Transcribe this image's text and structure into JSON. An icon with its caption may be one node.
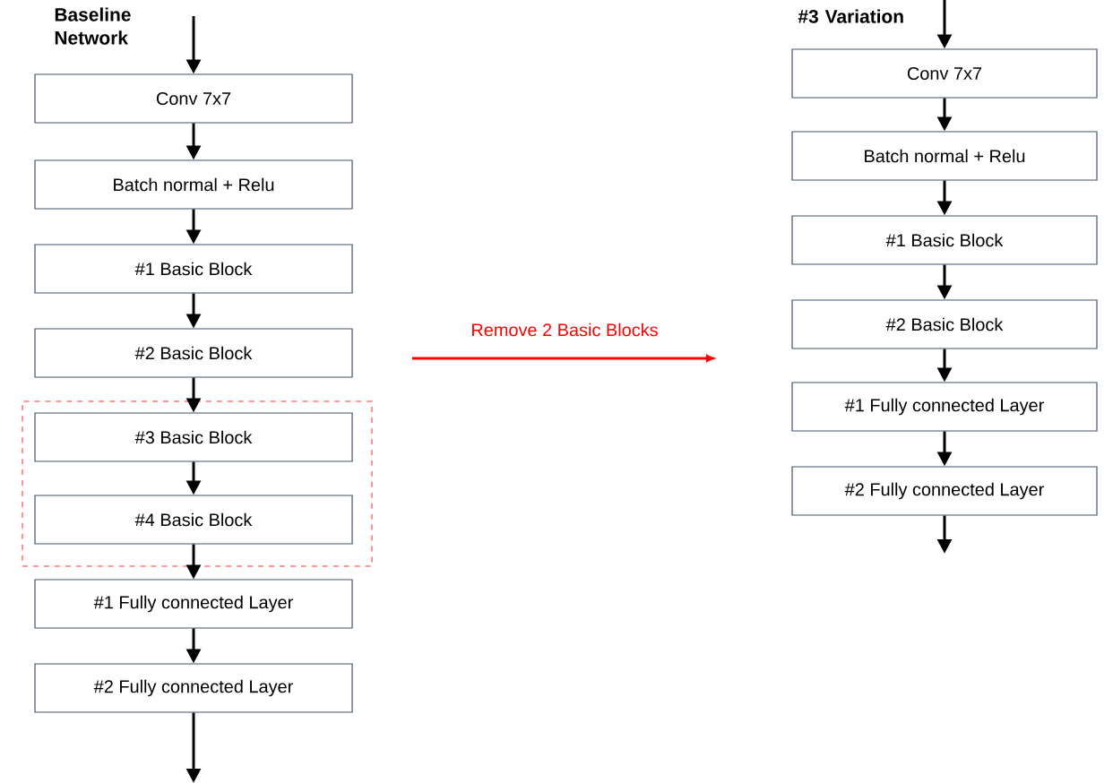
{
  "diagram": {
    "nodes": [
      {
        "text": [
          "Conv 7x7"
        ]
      },
      {
        "text": [
          "Batch normal + Relu"
        ]
      },
      {
        "text": [
          "#1 Basic Block"
        ]
      },
      {
        "text": [
          "#2 Basic Block"
        ]
      },
      {
        "text": [],
        "shape": "box"
      },
      {
        "text": [
          "#3 Basic Block"
        ],
        "in": 4
      },
      {
        "text": [
          "#4 Basic Block"
        ],
        "in": 4
      },
      {
        "text": [
          "#1 Fully connected Layer"
        ]
      },
      {
        "text": [
          "#2 Fully connected Layer"
        ]
      },
      {
        "text": [
          "Conv 7x7"
        ]
      },
      {
        "text": [
          "Batch normal + Relu"
        ]
      },
      {
        "text": [
          "#1 Basic Block"
        ]
      },
      {
        "text": [
          "#2 Basic Block"
        ]
      },
      {
        "text": [
          "#1 Fully connected Layer"
        ]
      },
      {
        "text": [
          "#2 Fully connected Layer"
        ]
      }
    ],
    "edges": [
      {
        "from": null,
        "to": 0,
        "arrow": "to"
      },
      {
        "from": 0,
        "to": 1,
        "arrow": "to"
      },
      {
        "from": 1,
        "to": 2,
        "arrow": "to"
      },
      {
        "from": 2,
        "to": 3,
        "arrow": "to"
      },
      {
        "from": 3,
        "to": 5,
        "arrow": "to"
      },
      {
        "from": 5,
        "to": 6,
        "arrow": "to"
      },
      {
        "from": 6,
        "to": 7,
        "arrow": "to"
      },
      {
        "from": 7,
        "to": 8,
        "arrow": "to"
      },
      {
        "from": 8,
        "to": null,
        "arrow": "to"
      },
      {
        "from": null,
        "to": 9,
        "arrow": "to"
      },
      {
        "from": 9,
        "to": 10,
        "arrow": "to"
      },
      {
        "from": 10,
        "to": 11,
        "arrow": "to"
      },
      {
        "from": 11,
        "to": 12,
        "arrow": "to"
      },
      {
        "from": 12,
        "to": 13,
        "arrow": "to"
      },
      {
        "from": 13,
        "to": 14,
        "arrow": "to"
      },
      {
        "from": 14,
        "to": null,
        "arrow": "to"
      }
    ],
    "labels": [
      "Baseline Network",
      "Remove 2 Basic Blocks",
      "#3 Variation"
    ]
  }
}
